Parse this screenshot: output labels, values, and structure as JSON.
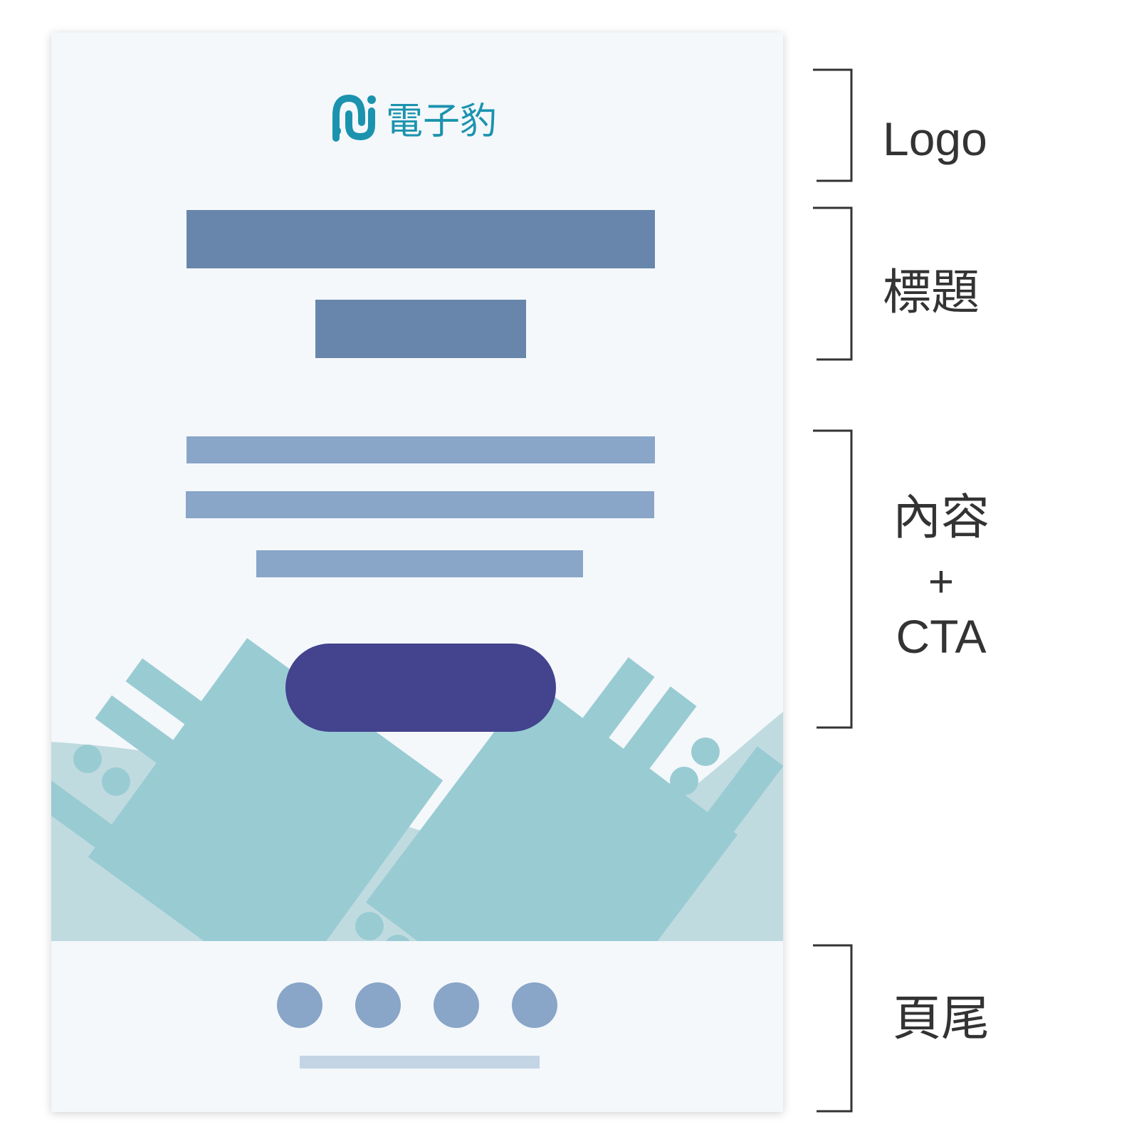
{
  "logo": {
    "wordmark": "電子豹",
    "icon": "logo-mark-icon"
  },
  "annotations": {
    "logo": "Logo",
    "title": "標題",
    "content_line1": "內容",
    "content_line2": "+",
    "content_line3": "CTA",
    "footer": "頁尾"
  },
  "colors": {
    "page_background": "#f4f8fb",
    "logo_teal": "#1b93ae",
    "title_block": "#6886ab",
    "text_block": "#89a5c8",
    "cta_button": "#43438e",
    "illustration_light": "#c0dbe0",
    "illustration_main": "#99cbd3",
    "footer_social": "#89a5c8",
    "footer_line": "#c3d4e5",
    "annotation_ink": "#333333"
  },
  "footer": {
    "social_icons": [
      "social-icon",
      "social-icon",
      "social-icon",
      "social-icon"
    ]
  }
}
